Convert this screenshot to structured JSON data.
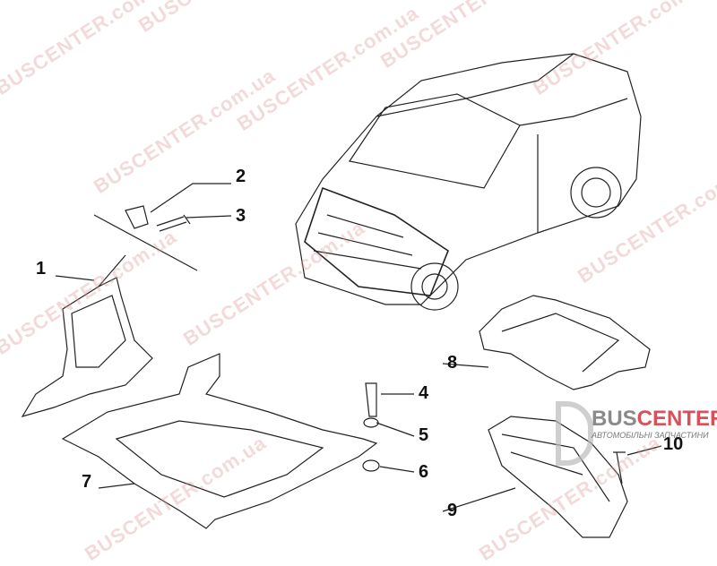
{
  "watermark": "BUSCENTER.com.ua",
  "logo": {
    "brand_a": "BUS",
    "brand_b": "CENTER",
    "tagline": "АВТОМОБІЛЬНІ ЗАПЧАСТИНИ"
  },
  "callouts": [
    "1",
    "2",
    "3",
    "4",
    "5",
    "6",
    "7",
    "8",
    "9",
    "10"
  ],
  "colors": {
    "line": "#222222",
    "watermark": "#dc9696",
    "brand_red": "#d8505a",
    "brand_grey": "#8a8a8a"
  }
}
